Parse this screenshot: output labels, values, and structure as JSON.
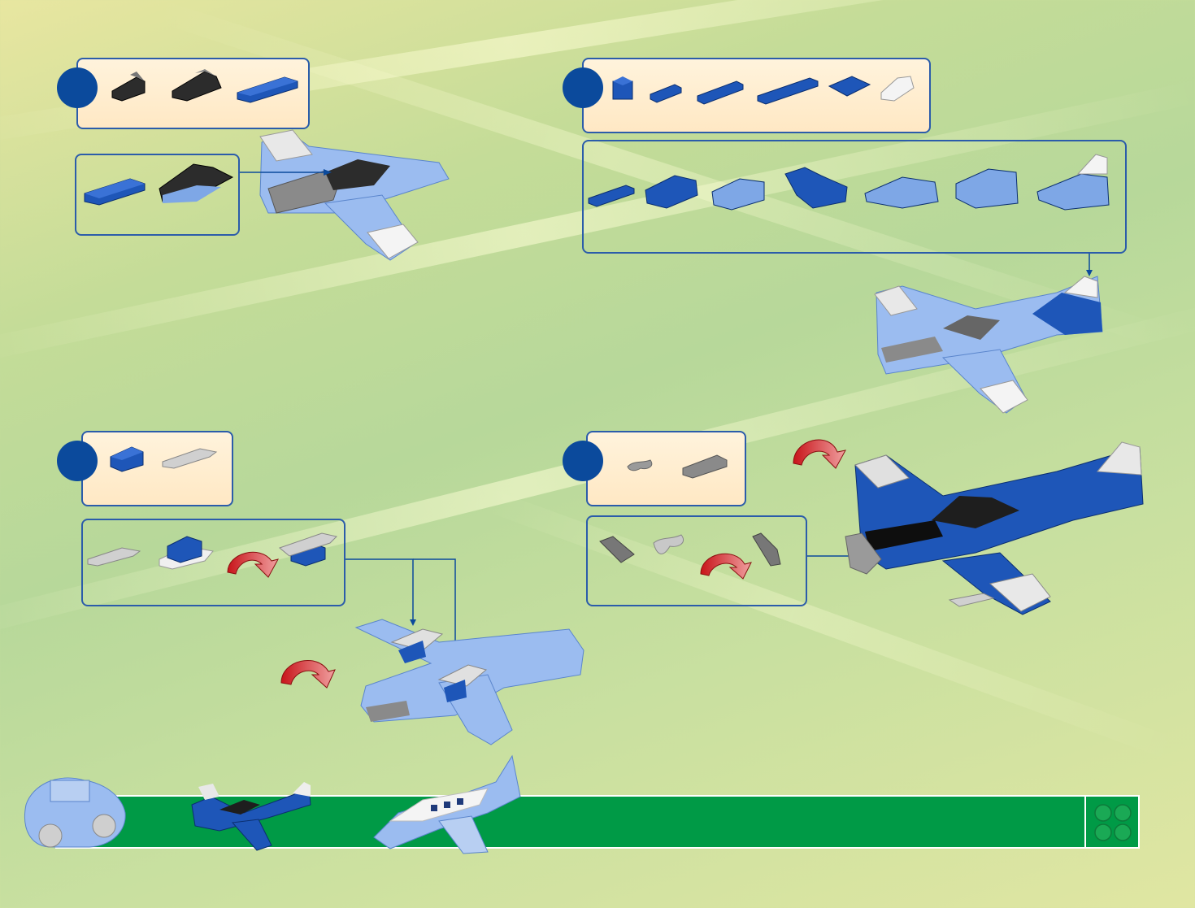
{
  "page": {
    "type": "building-instructions",
    "background": "#c4dc98",
    "accent": "#0b4a9c",
    "brick_blue": "#1e56b8",
    "brick_light_blue": "#7ea7e6",
    "rotate_arrow": "#d42a1e"
  },
  "steps": [
    {
      "icon": "step-circle",
      "parts": [
        "black-slope",
        "black-windscreen",
        "blue-plate-1x4"
      ]
    },
    {
      "icon": "step-circle",
      "parts": [
        "blue-brick-1x1",
        "blue-plate-1x2",
        "blue-plate-1x4",
        "blue-plate-1x6",
        "blue-plate-2x2",
        "white-slope"
      ]
    },
    {
      "icon": "step-circle",
      "parts": [
        "blue-brick-2x2",
        "grey-ski-plate"
      ]
    },
    {
      "icon": "step-circle",
      "parts": [
        "grey-propeller-clip",
        "grey-plate-1x4"
      ]
    }
  ],
  "footer": {
    "color": "#009a46",
    "models": [
      "car-model",
      "small-plane-model",
      "jet-model"
    ]
  }
}
